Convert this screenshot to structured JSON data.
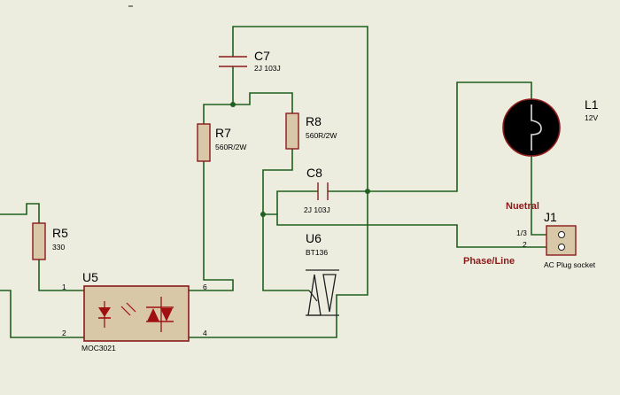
{
  "components": {
    "c7": {
      "ref": "C7",
      "value": "2J 103J"
    },
    "c8": {
      "ref": "C8",
      "value": "2J 103J"
    },
    "r7": {
      "ref": "R7",
      "value": "560R/2W"
    },
    "r8": {
      "ref": "R8",
      "value": "560R/2W"
    },
    "r5": {
      "ref": "R5",
      "value": "330"
    },
    "u5": {
      "ref": "U5",
      "value": "MOC3021",
      "pins": {
        "p1": "1",
        "p2": "2",
        "p4": "4",
        "p6": "6"
      }
    },
    "u6": {
      "ref": "U6",
      "value": "BT136"
    },
    "l1": {
      "ref": "L1",
      "value": "12V"
    },
    "j1": {
      "ref": "J1",
      "value": "AC Plug socket",
      "pins": {
        "p13": "1/3",
        "p2": "2"
      }
    }
  },
  "net_labels": {
    "neutral": "Nuetral",
    "phase": "Phase/Line"
  },
  "colors": {
    "wire": "#1f5f1f",
    "body": "#d8c8a8",
    "outline": "#8b1a1a",
    "background": "#ececdf"
  }
}
